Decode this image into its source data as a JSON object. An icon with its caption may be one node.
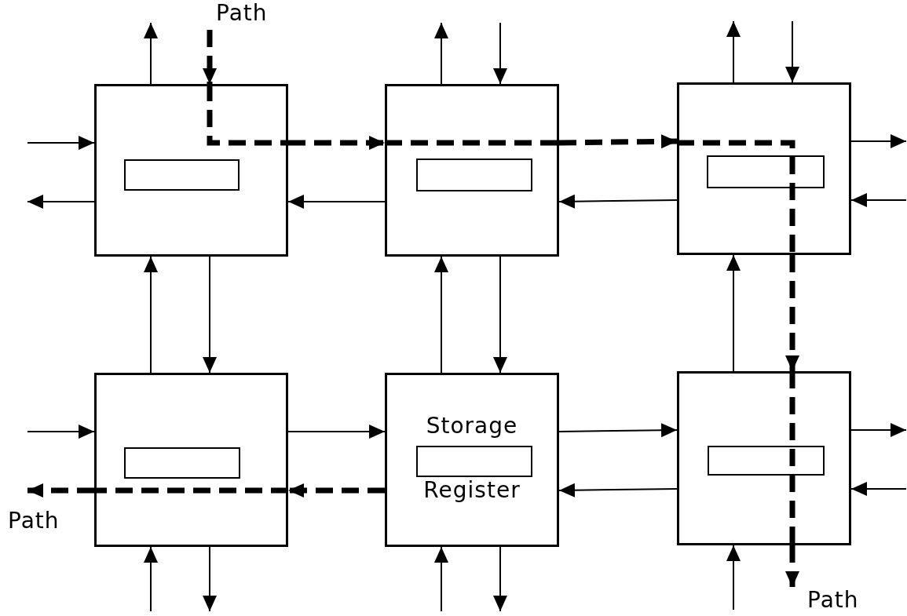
{
  "diagram": {
    "nodes": [
      {
        "text": [
          "Path"
        ]
      },
      {
        "text": [],
        "shape": "box"
      },
      {
        "text": [],
        "shape": "box",
        "in": 1
      },
      {
        "text": [],
        "shape": "box"
      },
      {
        "text": [],
        "shape": "box",
        "in": 3
      },
      {
        "text": [],
        "shape": "box"
      },
      {
        "text": [],
        "shape": "box",
        "in": 5
      },
      {
        "text": [],
        "shape": "box"
      },
      {
        "text": [],
        "shape": "box",
        "in": 7
      },
      {
        "text": [],
        "shape": "box"
      },
      {
        "text": [],
        "shape": "box",
        "in": 9,
        "beside": [
          "Storage",
          "Register"
        ]
      },
      {
        "text": [],
        "shape": "box"
      },
      {
        "text": [],
        "shape": "box",
        "in": 11
      },
      {
        "text": [
          "Path"
        ]
      },
      {
        "text": [
          "Path"
        ]
      }
    ],
    "edges": [
      {
        "from": 0,
        "to": 1,
        "arrow": "to",
        "style": "dashed"
      },
      {
        "from": 1,
        "to": null,
        "arrow": "to"
      },
      {
        "from": null,
        "to": 1,
        "arrow": "to"
      },
      {
        "from": 1,
        "to": null,
        "arrow": "to"
      },
      {
        "from": 7,
        "to": 1,
        "arrow": "to"
      },
      {
        "from": 1,
        "to": 7,
        "arrow": "to"
      },
      {
        "from": 1,
        "to": 3,
        "arrow": "to",
        "style": "dashed"
      },
      {
        "from": 3,
        "to": 1,
        "arrow": "to"
      },
      {
        "from": 3,
        "to": null,
        "arrow": "to"
      },
      {
        "from": null,
        "to": 3,
        "arrow": "to"
      },
      {
        "from": 3,
        "to": 5,
        "arrow": "to",
        "style": "dashed"
      },
      {
        "from": 5,
        "to": 3,
        "arrow": "to"
      },
      {
        "from": 9,
        "to": 3,
        "arrow": "to"
      },
      {
        "from": 3,
        "to": 9,
        "arrow": "to"
      },
      {
        "from": 5,
        "to": null,
        "arrow": "to"
      },
      {
        "from": null,
        "to": 5,
        "arrow": "to"
      },
      {
        "from": 5,
        "to": null,
        "arrow": "to"
      },
      {
        "from": null,
        "to": 5,
        "arrow": "to"
      },
      {
        "from": 11,
        "to": 5,
        "arrow": "to"
      },
      {
        "from": 5,
        "to": 11,
        "arrow": "to",
        "style": "dashed"
      },
      {
        "from": null,
        "to": 7,
        "arrow": "to"
      },
      {
        "from": 7,
        "to": 13,
        "arrow": "to",
        "style": "dashed"
      },
      {
        "from": 7,
        "to": 9,
        "arrow": "to"
      },
      {
        "from": 9,
        "to": 7,
        "arrow": "to",
        "style": "dashed"
      },
      {
        "from": null,
        "to": 7,
        "arrow": "to"
      },
      {
        "from": 7,
        "to": null,
        "arrow": "to"
      },
      {
        "from": 9,
        "to": 11,
        "arrow": "to"
      },
      {
        "from": 11,
        "to": 9,
        "arrow": "to"
      },
      {
        "from": null,
        "to": 9,
        "arrow": "to"
      },
      {
        "from": 9,
        "to": null,
        "arrow": "to"
      },
      {
        "from": 11,
        "to": null,
        "arrow": "to"
      },
      {
        "from": null,
        "to": 11,
        "arrow": "to"
      },
      {
        "from": null,
        "to": 11,
        "arrow": "to"
      },
      {
        "from": 11,
        "to": 14,
        "arrow": "to",
        "style": "dashed"
      }
    ]
  }
}
